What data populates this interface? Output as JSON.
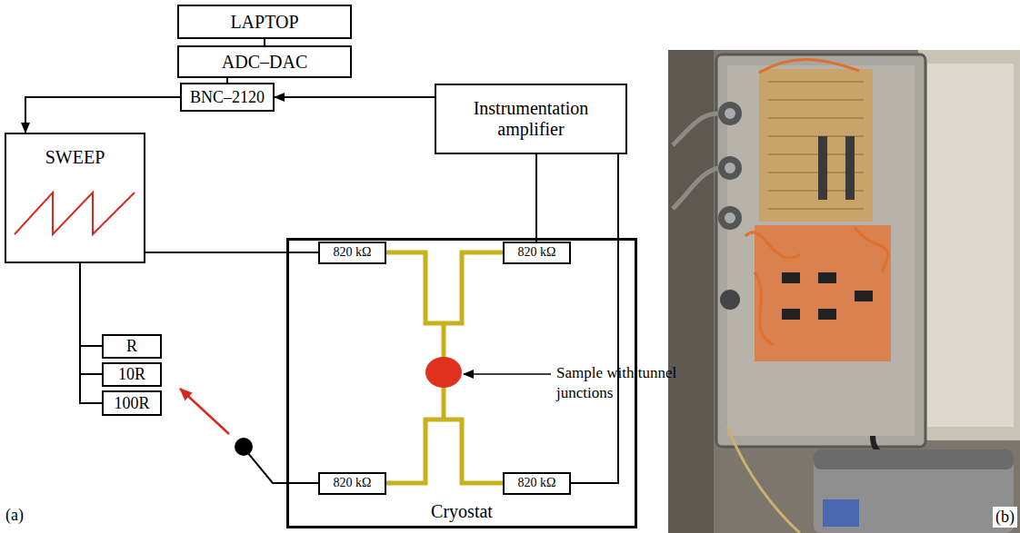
{
  "diagram": {
    "nodes": [
      {
        "text": [
          "LAPTOP"
        ]
      },
      {
        "text": [
          "ADC–DAC"
        ]
      },
      {
        "text": [
          "BNC–2120"
        ]
      },
      {
        "text": [
          "Instrumentation amplifier"
        ]
      },
      {
        "text": [
          "SWEEP"
        ]
      },
      {
        "text": [
          "Cryostat"
        ]
      },
      {
        "text": [
          "820 kΩ"
        ],
        "in": 5
      },
      {
        "text": [
          "820 kΩ"
        ],
        "in": 5
      },
      {
        "text": [
          "820 kΩ"
        ],
        "in": 5
      },
      {
        "text": [
          "820 kΩ"
        ],
        "in": 5
      },
      {
        "text": [
          "R"
        ]
      },
      {
        "text": [
          "10R"
        ]
      },
      {
        "text": [
          "100R"
        ]
      }
    ],
    "edges": [
      {
        "from": 0,
        "to": 1,
        "arrow": "none"
      },
      {
        "from": 1,
        "to": 2,
        "arrow": "none"
      },
      {
        "from": 3,
        "to": 2,
        "arrow": "to"
      },
      {
        "from": 2,
        "to": 4,
        "arrow": "to"
      },
      {
        "from": 4,
        "to": 6,
        "arrow": "none"
      },
      {
        "from": 3,
        "to": 7,
        "arrow": "none"
      },
      {
        "from": 3,
        "to": 9,
        "arrow": "none"
      },
      {
        "from": 4,
        "to": 10,
        "arrow": "none"
      },
      {
        "from": 4,
        "to": 11,
        "arrow": "none"
      },
      {
        "from": 4,
        "to": 12,
        "arrow": "none"
      }
    ],
    "labels": [
      "Sample with tunnel junctions",
      "(a)",
      "(b)"
    ]
  }
}
